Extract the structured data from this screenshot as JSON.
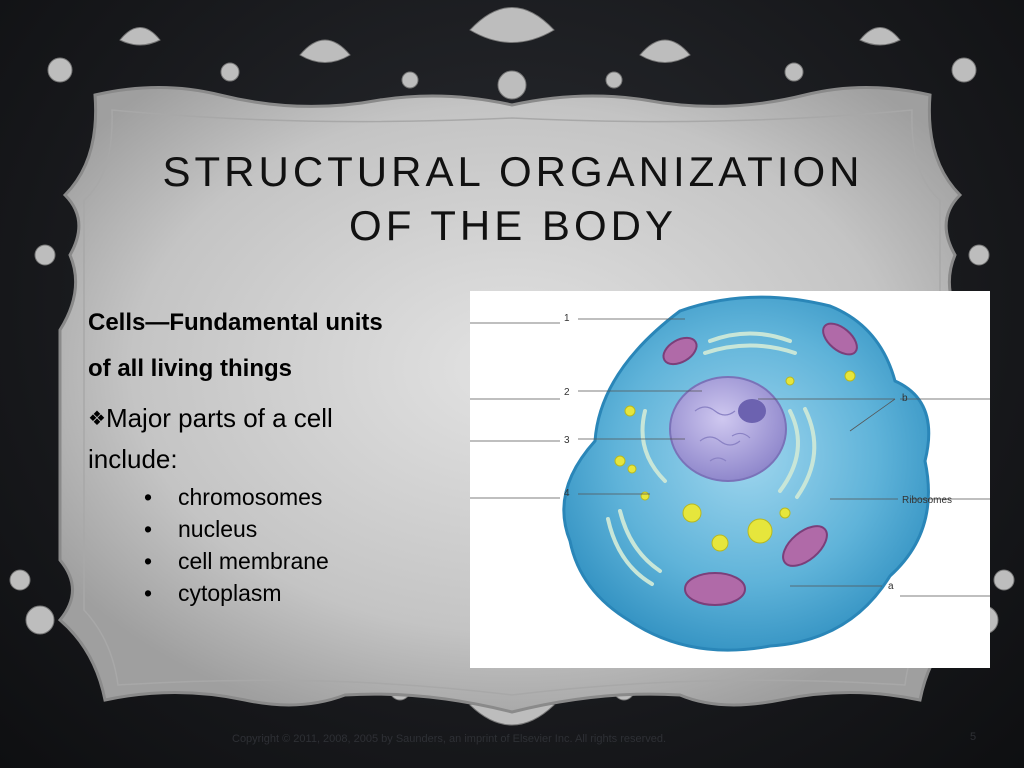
{
  "slide": {
    "title_line1": "STRUCTURAL ORGANIZATION",
    "title_line2": "OF THE BODY",
    "heading_line1": "Cells—Fundamental units",
    "heading_line2": "of all living things",
    "sub_bullet_marker": "❖",
    "sub_line1": "Major parts of a cell",
    "sub_line2": "include:",
    "bullets": [
      "chromosomes",
      "nucleus",
      "cell membrane",
      "cytoplasm"
    ],
    "footer": "Copyright © 2011, 2008, 2005 by Saunders, an imprint of Elsevier Inc. All rights reserved.",
    "page_number": "5"
  },
  "figure": {
    "labels": {
      "l1": "1",
      "l2": "2",
      "l3": "3",
      "l4": "4",
      "b": "b",
      "ribosomes": "Ribosomes",
      "a": "a"
    }
  },
  "colors": {
    "frame": "#c9c9c9",
    "frame_edge": "#8a8a8a",
    "ornament": "#bdbdbd",
    "cell_body": "#5fb3d9",
    "nucleus": "#a8a0d8",
    "mitochondria": "#b06aa8",
    "vesicles": "#e6e63c"
  }
}
